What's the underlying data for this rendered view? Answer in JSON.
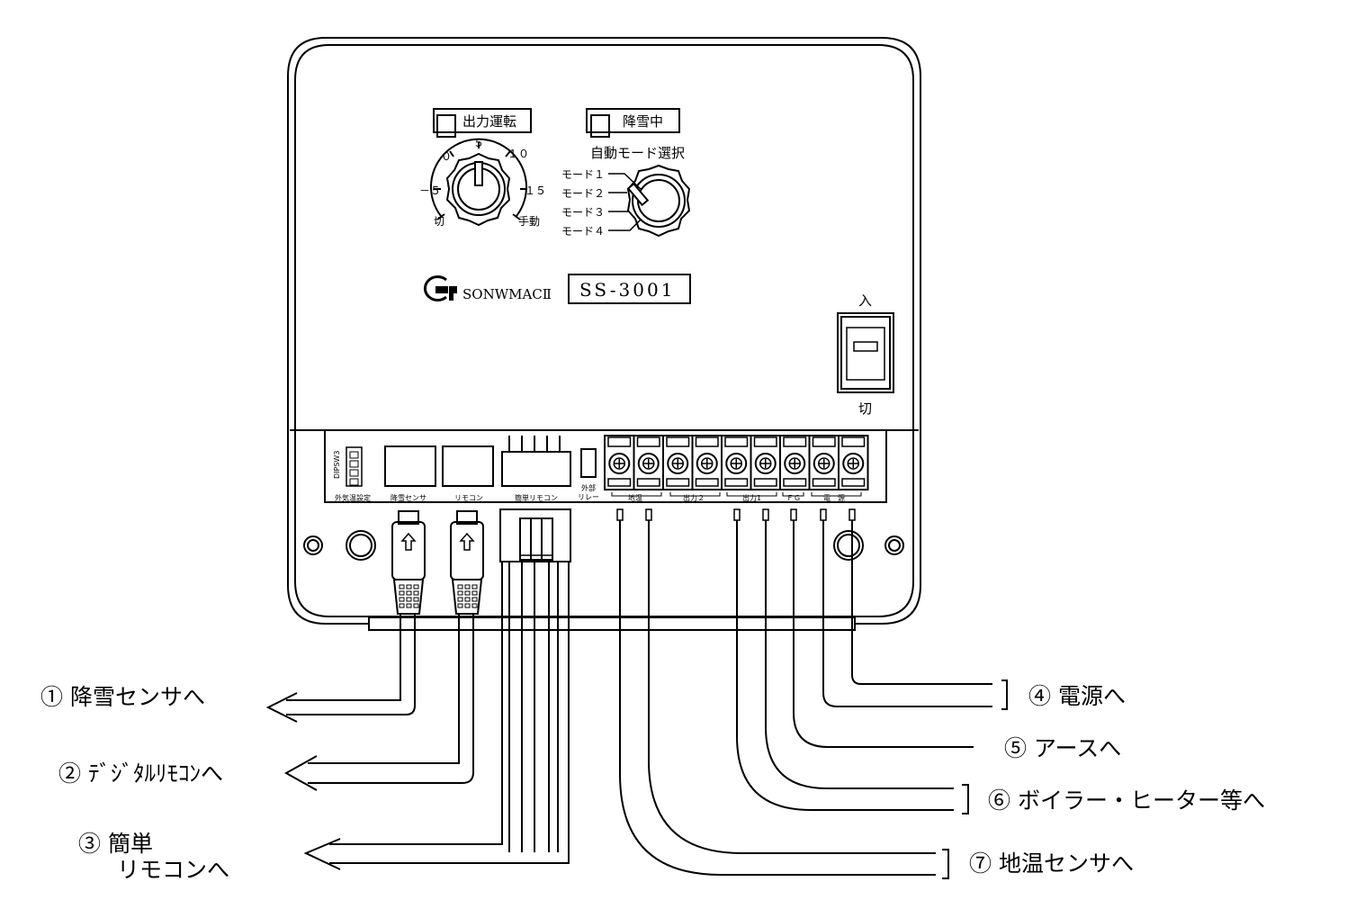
{
  "panel": {
    "lamp_output_label": "出力運転",
    "lamp_snow_label": "降雪中",
    "mode_title": "自動モード選択",
    "modes": [
      "モード１",
      "モード２",
      "モード３",
      "モード４"
    ],
    "dial_ticks": [
      "－５",
      "０",
      "５",
      "１０",
      "１５"
    ],
    "dial_off": "切",
    "dial_manual": "手動",
    "brand": "SONWMACⅡ",
    "model": "SS-3001",
    "switch_on": "入",
    "switch_off": "切"
  },
  "terminals": {
    "dipsw_label": "DIPSW3",
    "sockets": [
      "外気温設定",
      "降雪センサ",
      "リモコン",
      "簡単リモコン"
    ],
    "ext_relay": [
      "外部",
      "リレー"
    ],
    "groups": [
      "地温",
      "出力２",
      "出力1",
      "ＦＧ",
      "電　源"
    ]
  },
  "callouts": [
    "① 降雪センサへ",
    "② ﾃﾞｼﾞﾀﾙﾘﾓｺﾝへ",
    "③ 簡単",
    "リモコンへ",
    "④ 電源へ",
    "⑤ アースへ",
    "⑥ ボイラー・ヒーター等へ",
    "⑦ 地温センサへ"
  ]
}
